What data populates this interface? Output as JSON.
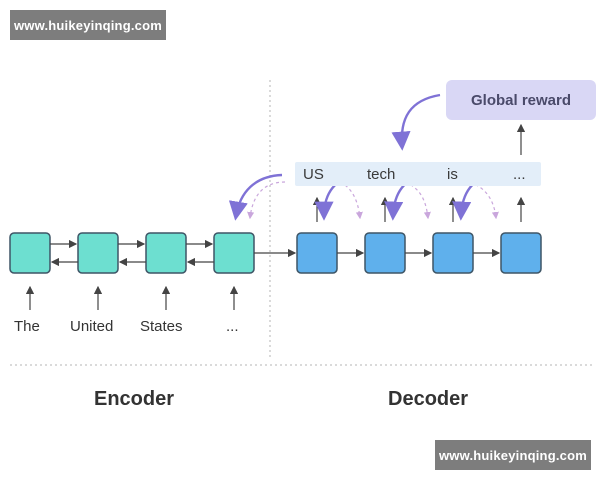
{
  "watermark": {
    "top_text": "www.huikeyinqing.com",
    "bottom_text": "www.huikeyinqing.com"
  },
  "global_reward": {
    "label": "Global reward"
  },
  "decoder_tokens": [
    "US",
    "tech",
    "is",
    "..."
  ],
  "encoder_words": [
    "The",
    "United",
    "States",
    "..."
  ],
  "sections": {
    "encoder": "Encoder",
    "decoder": "Decoder"
  },
  "colors": {
    "encoder_cell": "#6ddfd0",
    "decoder_cell": "#5fb0ec",
    "cell_border": "#3e5566",
    "reward_bg": "#d9d7f5",
    "curve_arrow": "#7f72d6",
    "dashed_arrow": "#c9a6dc",
    "token_bar": "#e3eef9"
  }
}
